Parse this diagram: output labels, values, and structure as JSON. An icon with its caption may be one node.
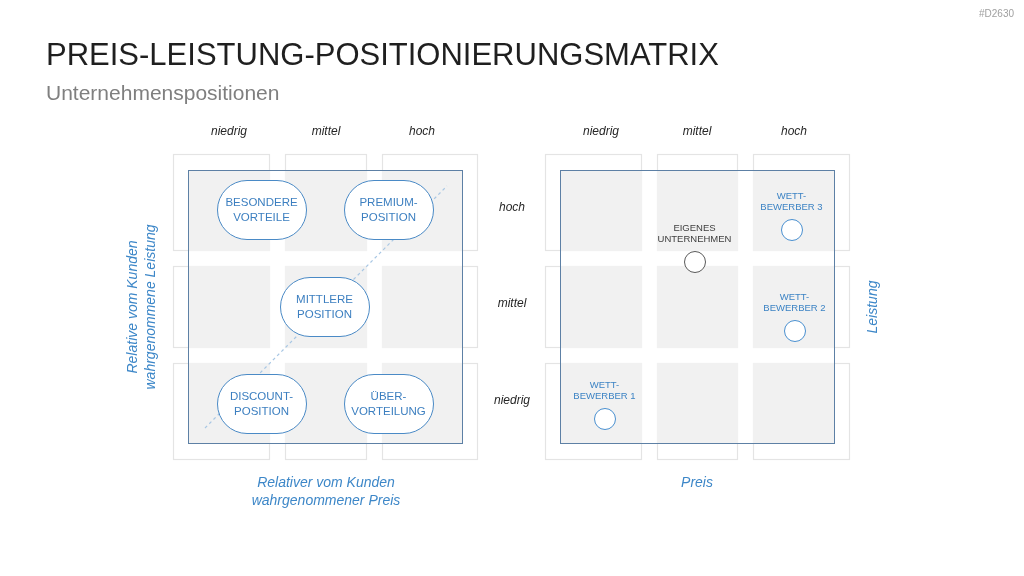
{
  "diagram": {
    "title": "PREIS-LEISTUNG-POSITIONIERUNGSMATRIX",
    "nodes": [
      {
        "text": [],
        "shape": "box"
      },
      {
        "text": [
          "BESONDERE VORTEILE"
        ],
        "in": 0
      },
      {
        "text": [
          "PREMIUM- POSITION"
        ],
        "in": 0
      },
      {
        "text": [
          "MITTLERE POSITION"
        ],
        "in": 0
      },
      {
        "text": [
          "DISCOUNT- POSITION"
        ],
        "in": 0
      },
      {
        "text": [
          "ÜBER- VORTEILUNG"
        ],
        "in": 0
      },
      {
        "text": [],
        "shape": "box"
      },
      {
        "text": [],
        "shape": "circle",
        "in": 6,
        "beside": [
          "WETT- BEWERBER 3"
        ]
      },
      {
        "text": [],
        "shape": "circle",
        "in": 6,
        "beside": [
          "EIGENES UNTERNEHMEN"
        ]
      },
      {
        "text": [],
        "shape": "circle",
        "in": 6,
        "beside": [
          "WETT- BEWERBER 2"
        ]
      },
      {
        "text": [],
        "shape": "circle",
        "in": 6,
        "beside": [
          "WETT- BEWERBER 1"
        ]
      }
    ],
    "labels": [
      "#D2630",
      "Unternehmenspositionen",
      "niedrig",
      "mittel",
      "hoch",
      "niedrig",
      "mittel",
      "hoch",
      "Relative vom Kunden wahrgenommene Leistung",
      "hoch",
      "mittel",
      "niedrig",
      "Leistung",
      "Relativer vom Kunden wahrgenommener Preis",
      "Preis"
    ]
  }
}
